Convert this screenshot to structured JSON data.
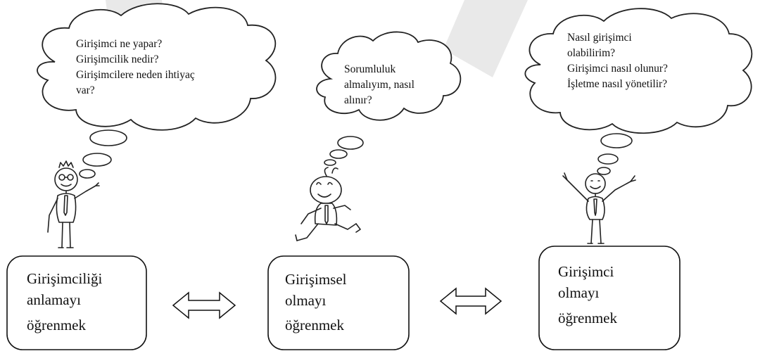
{
  "stages": [
    {
      "id": "understanding",
      "bubble_lines": [
        "Girişimci ne yapar?",
        "Girişimcilik nedir?",
        "Girişimcilere neden ihtiyaç",
        "var?"
      ],
      "box_lines": [
        "Girişimciliği",
        "anlamayı",
        "öğrenmek"
      ]
    },
    {
      "id": "being-entrepreneurial",
      "bubble_lines": [
        "Sorumluluk",
        "almalıyım, nasıl",
        "alınır?"
      ],
      "box_lines": [
        "Girişimsel",
        "olmayı",
        "öğrenmek"
      ]
    },
    {
      "id": "becoming-entrepreneur",
      "bubble_lines": [
        "Nasıl girişimci",
        "olabilirim?",
        "Girişimci nasıl olunur?",
        "İşletme nasıl yönetilir?"
      ],
      "box_lines": [
        "Girişimci",
        "olmayı",
        "öğrenmek"
      ]
    }
  ],
  "connectors": [
    "double-arrow",
    "double-arrow"
  ],
  "colors": {
    "ink": "#222222",
    "background": "#ffffff",
    "watermark": "#e9e9e9"
  }
}
